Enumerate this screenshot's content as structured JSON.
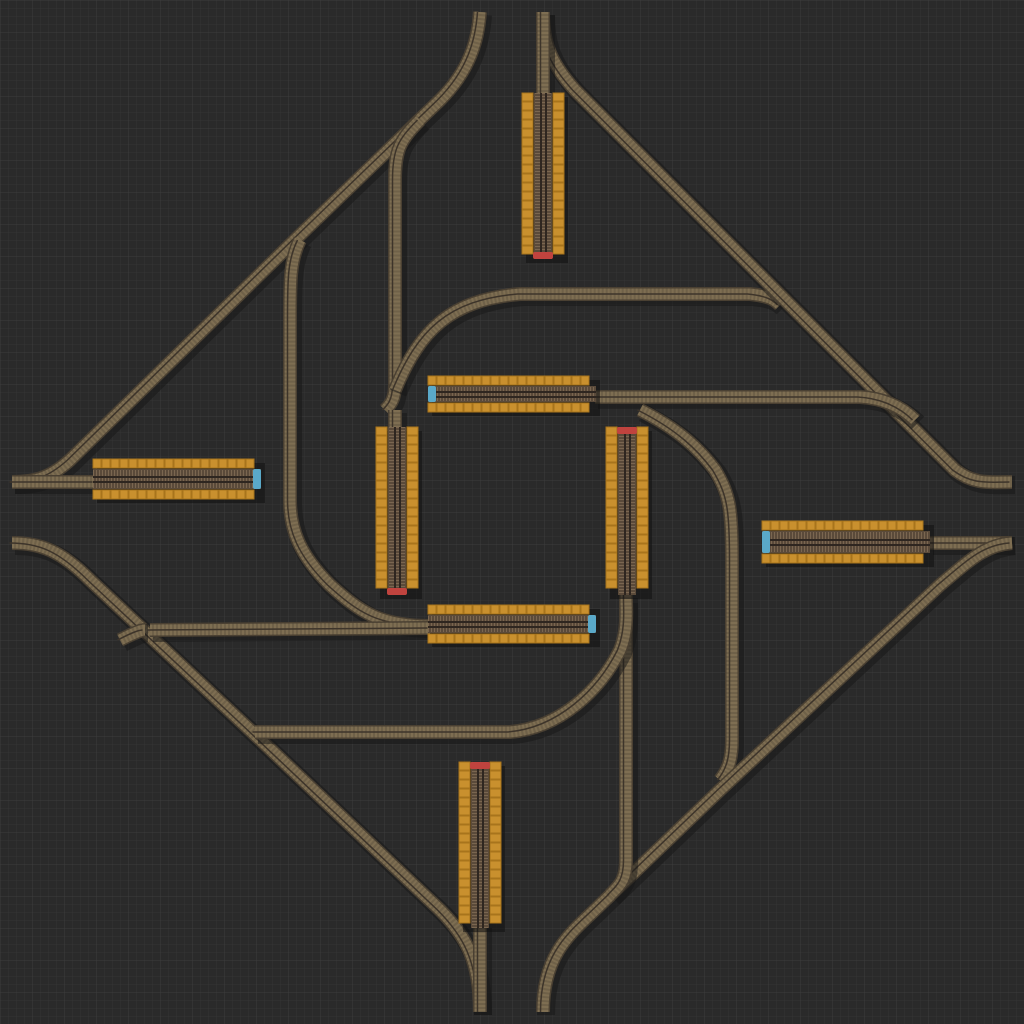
{
  "scene": {
    "kind": "rail-blueprint-grid",
    "colors": {
      "background": "#2a2a2a",
      "grid_minor": "#333333",
      "grid_major": "#3a3a3a",
      "rail_bed": "#6f6149",
      "rail_edge": "#4a4032",
      "rail_tie": "#8a7a5a",
      "station_frame": "#a8741c",
      "station_slot": "#c9902e",
      "station_track": "#5a4a3a",
      "signal_red": "#c0433e",
      "signal_blue": "#5aa9c9"
    },
    "stations": [
      {
        "id": "station-top",
        "orientation": "vertical",
        "end_marker": "red-stop"
      },
      {
        "id": "station-left",
        "orientation": "horizontal",
        "end_marker": "blue-stop"
      },
      {
        "id": "station-center-top",
        "orientation": "horizontal",
        "end_marker": "blue-stop"
      },
      {
        "id": "station-center-left",
        "orientation": "vertical",
        "end_marker": "red-stop"
      },
      {
        "id": "station-center-right",
        "orientation": "vertical",
        "end_marker": "red-stop"
      },
      {
        "id": "station-center-bottom",
        "orientation": "horizontal",
        "end_marker": "blue-stop"
      },
      {
        "id": "station-right",
        "orientation": "horizontal",
        "end_marker": "blue-stop"
      },
      {
        "id": "station-bottom",
        "orientation": "vertical",
        "end_marker": "red-stop"
      }
    ]
  }
}
